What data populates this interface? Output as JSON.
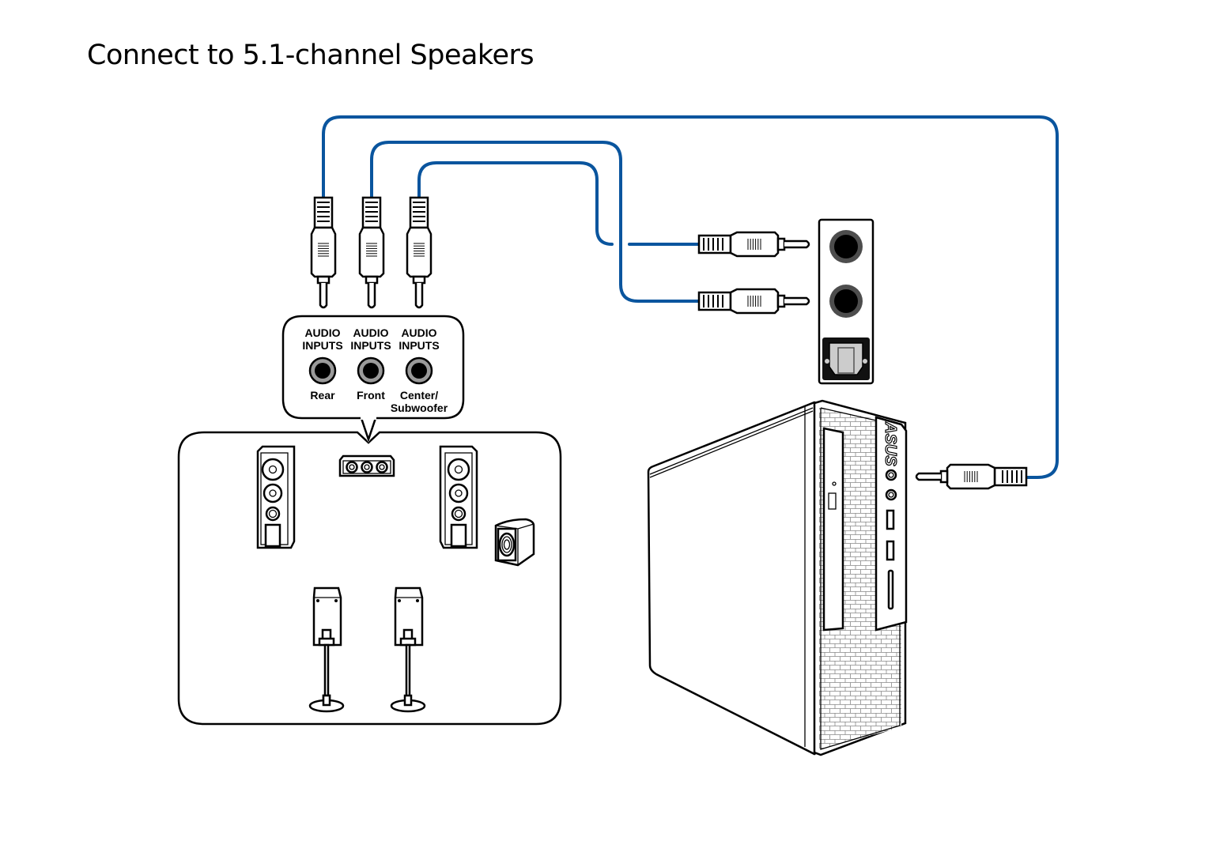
{
  "title": "Connect to 5.1-channel Speakers",
  "colors": {
    "cable": "#0a559e",
    "jack_ring": "#4d4d4d",
    "optical_fill": "#cccccc"
  },
  "input_panel": {
    "ports": [
      {
        "line1": "AUDIO",
        "line2": "INPUTS",
        "name_line1": "Rear",
        "name_line2": ""
      },
      {
        "line1": "AUDIO",
        "line2": "INPUTS",
        "name_line1": "Front",
        "name_line2": ""
      },
      {
        "line1": "AUDIO",
        "line2": "INPUTS",
        "name_line1": "Center/",
        "name_line2": "Subwoofer"
      }
    ]
  },
  "speaker_system": {
    "speakers": [
      "front-left",
      "center",
      "front-right",
      "subwoofer",
      "rear-left",
      "rear-right"
    ]
  },
  "pc": {
    "brand": "ASUS",
    "rear_panel_ports": [
      "audio-jack",
      "audio-jack",
      "optical-spdif"
    ]
  }
}
